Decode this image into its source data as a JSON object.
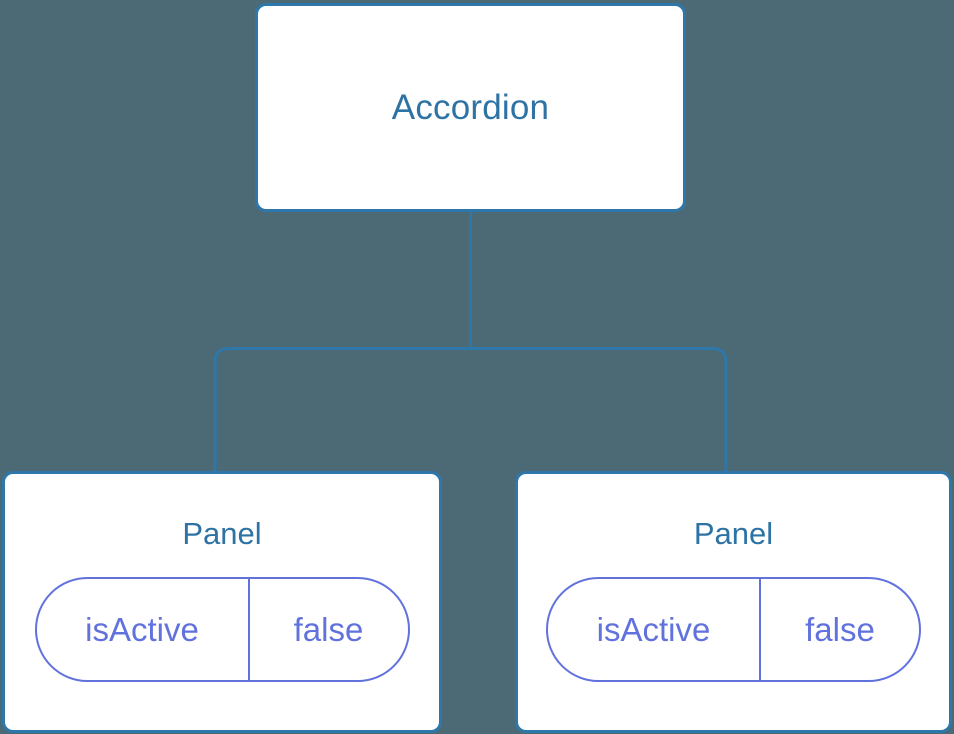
{
  "diagram": {
    "type": "component-tree",
    "background_color": "#4c6a75",
    "node_border_color": "#2e77ab",
    "node_text_color": "#2e73a4",
    "pill_color": "#6172dd",
    "connector_color": "#2e77ab"
  },
  "root": {
    "label": "Accordion"
  },
  "children": [
    {
      "label": "Panel",
      "state": {
        "key": "isActive",
        "value": "false"
      }
    },
    {
      "label": "Panel",
      "state": {
        "key": "isActive",
        "value": "false"
      }
    }
  ]
}
